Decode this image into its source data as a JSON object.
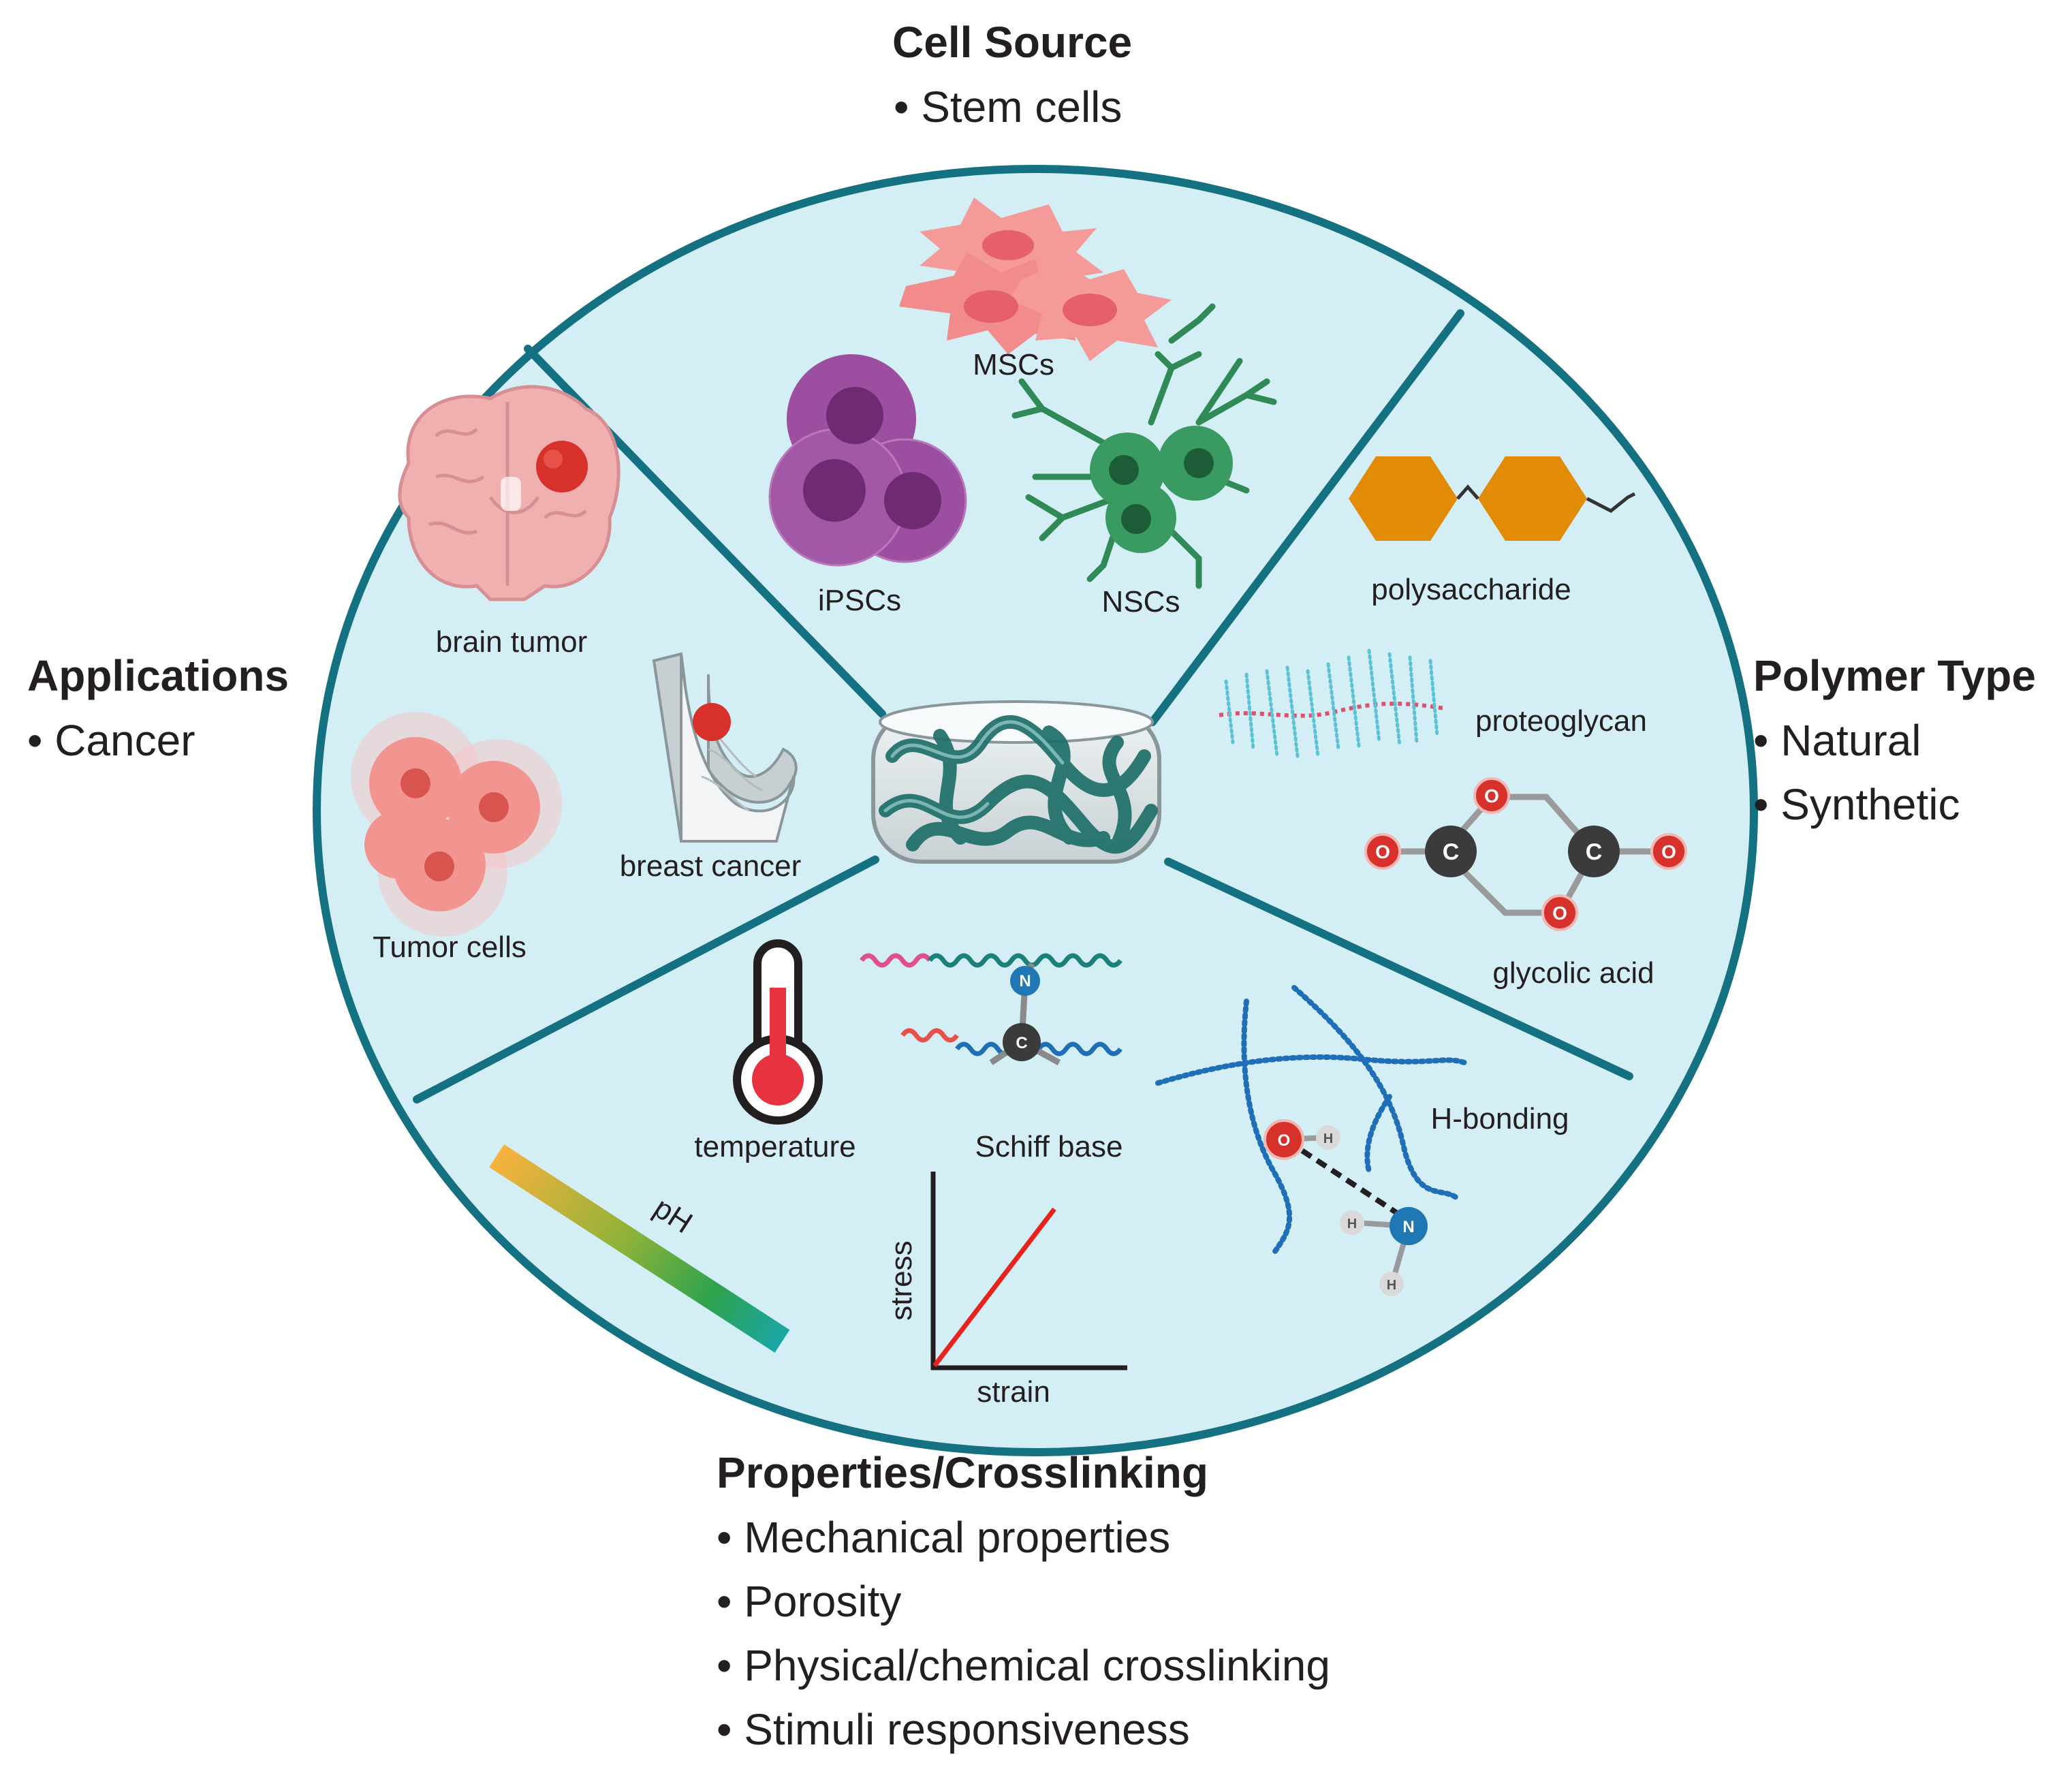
{
  "sections": {
    "cell_source": {
      "title": "Cell Source",
      "items": [
        "• Stem cells"
      ]
    },
    "applications": {
      "title": "Applications",
      "items": [
        "• Cancer"
      ]
    },
    "polymer_type": {
      "title": "Polymer Type",
      "items": [
        "• Natural",
        "• Synthetic"
      ]
    },
    "properties": {
      "title": "Properties/Crosslinking",
      "items": [
        "• Mechanical properties",
        "• Porosity",
        "• Physical/chemical crosslinking",
        "• Stimuli responsiveness"
      ]
    }
  },
  "labels": {
    "mscs": "MSCs",
    "ipscs": "iPSCs",
    "nscs": "NSCs",
    "polysaccharide": "polysaccharide",
    "proteoglycan": "proteoglycan",
    "glycolic_acid": "glycolic acid",
    "brain_tumor": "brain tumor",
    "breast_cancer": "breast cancer",
    "tumor_cells": "Tumor cells",
    "temperature": "temperature",
    "schiff_base": "Schiff base",
    "h_bonding": "H-bonding",
    "ph": "pH",
    "stress": "stress",
    "strain": "strain"
  },
  "atoms": {
    "oxygen": "O",
    "carbon": "C",
    "nitrogen": "N",
    "hydrogen": "H"
  },
  "colors": {
    "circle_fill": "#d3eef5",
    "circle_stroke": "#137182",
    "divider": "#137182",
    "polysaccharide": "#e18b07",
    "ipsc": "#9c4fa0",
    "nsc": "#2f8a55",
    "msc": "#f28b8b",
    "tumor": "#d8302a",
    "oxygen": "#d6312b",
    "carbon": "#3b3b3b",
    "nitrogen": "#1f78b4",
    "hydrogen": "#d9d9d9",
    "stress_line": "#e8231d"
  }
}
